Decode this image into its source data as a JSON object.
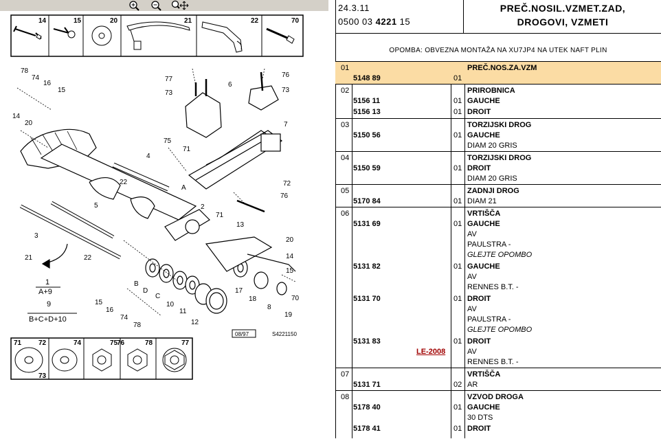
{
  "toolbar": {
    "zoom_in": "zoom-in",
    "zoom_out": "zoom-out",
    "pan": "pan"
  },
  "drawing": {
    "top_labels": [
      "14",
      "15",
      "20",
      "21",
      "22",
      "70"
    ],
    "bottom_labels": [
      "71",
      "72",
      "73",
      "74",
      "75",
      "76",
      "78",
      "77"
    ],
    "callouts": [
      "78",
      "74",
      "16",
      "15",
      "14",
      "20",
      "77",
      "73",
      "6",
      "76",
      "73",
      "7",
      "75",
      "71",
      "4",
      "22",
      "3",
      "5",
      "A",
      "2",
      "21",
      "22",
      "1",
      "A+9",
      "9",
      "B+C+D+10",
      "B",
      "D",
      "C",
      "10",
      "11",
      "12",
      "16",
      "74",
      "78",
      "17",
      "18",
      "8",
      "19",
      "70",
      "13",
      "71",
      "72",
      "76",
      "20",
      "14",
      "15"
    ],
    "stamp": "08/97",
    "code": "S4221150"
  },
  "header": {
    "date": "24.3.11",
    "ref_prefix": "0500 03",
    "ref_bold": "4221",
    "ref_suffix": "15",
    "title_1": "PREČ.NOSIL.VZMET.ZAD,",
    "title_2": "DROGOVI, VZMETI"
  },
  "note": "OPOMBA: OBVEZNA MONTAŽA NA XU7JP4 NA UTEK NAFT PLIN",
  "groups": [
    {
      "num": "01",
      "rows": [
        {
          "ref": "5148 89",
          "qty": "01",
          "des": "PREČ.NOS.ZA.VZM"
        }
      ]
    },
    {
      "num": "02",
      "title": "PRIROBNICA",
      "rows": [
        {
          "ref": "5156 11",
          "qty": "01",
          "des": "GAUCHE"
        },
        {
          "ref": "5156 13",
          "qty": "01",
          "des": "DROIT"
        }
      ]
    },
    {
      "num": "03",
      "title": "TORZIJSKI DROG",
      "rows": [
        {
          "ref": "5150 56",
          "qty": "01",
          "des": "GAUCHE",
          "sub": "DIAM 20 GRIS"
        }
      ]
    },
    {
      "num": "04",
      "title": "TORZIJSKI DROG",
      "rows": [
        {
          "ref": "5150 59",
          "qty": "01",
          "des": "DROIT",
          "sub": "DIAM 20 GRIS"
        }
      ]
    },
    {
      "num": "05",
      "title": "ZADNJI DROG",
      "rows": [
        {
          "ref": "5170 84",
          "qty": "01",
          "des": "DIAM 21"
        }
      ]
    },
    {
      "num": "06",
      "title": "VRTIŠČA",
      "rows": [
        {
          "ref": "5131 69",
          "qty": "01",
          "des": "GAUCHE",
          "l2": "AV",
          "l3": "PAULSTRA -",
          "l4": "GLEJTE OPOMBO"
        },
        {
          "ref": "5131 82",
          "qty": "01",
          "des": "GAUCHE",
          "l2": "AV",
          "l3": "RENNES B.T. -"
        },
        {
          "ref": "5131 70",
          "qty": "01",
          "des": "DROIT",
          "l2": "AV",
          "l3": "PAULSTRA -",
          "l4": "GLEJTE OPOMBO"
        },
        {
          "ref": "5131 83",
          "qty": "01",
          "des": "DROIT",
          "l2": "AV",
          "l3": "RENNES B.T. -",
          "link": "LE-2008"
        }
      ]
    },
    {
      "num": "07",
      "title": "VRTIŠČA",
      "rows": [
        {
          "ref": "5131 71",
          "qty": "02",
          "des": "AR"
        }
      ]
    },
    {
      "num": "08",
      "title": "VZVOD DROGA",
      "rows": [
        {
          "ref": "5178 40",
          "qty": "01",
          "des": "GAUCHE",
          "sub": "30 DTS"
        },
        {
          "ref": "5178 41",
          "qty": "01",
          "des": "DROIT"
        }
      ]
    }
  ]
}
